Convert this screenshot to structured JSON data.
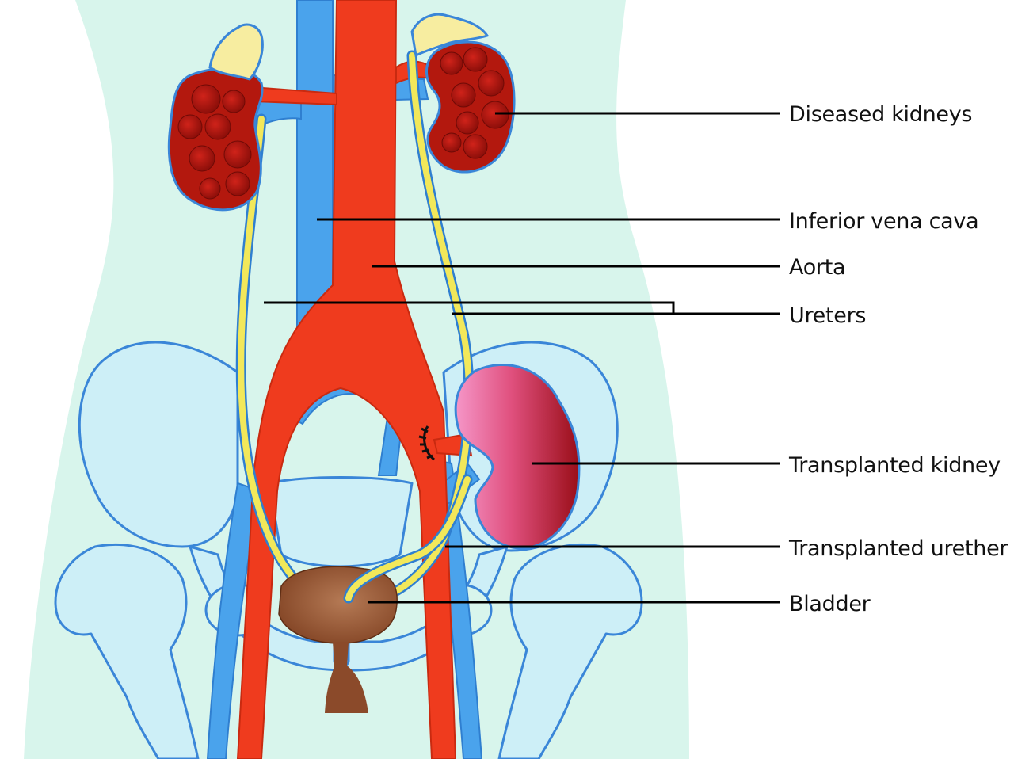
{
  "labels": {
    "diseased_kidneys": "Diseased kidneys",
    "inferior_vena_cava": "Inferior vena cava",
    "aorta": "Aorta",
    "ureters": "Ureters",
    "transplanted_kidney": "Transplanted kidney",
    "transplanted_urether": "Transplanted urether",
    "bladder": "Bladder"
  },
  "colors": {
    "body": "#d8f5ec",
    "bone_fill": "#cdeff7",
    "bone_outline": "#3a86d8",
    "vein": "#4aa3ec",
    "artery": "#ef3b1e",
    "ureter": "#f2e85a",
    "kidney_diseased": "#b3180e",
    "kidney_transplanted": "#e05a83",
    "adrenal": "#f7eda0",
    "bladder": "#8b4a2a"
  }
}
